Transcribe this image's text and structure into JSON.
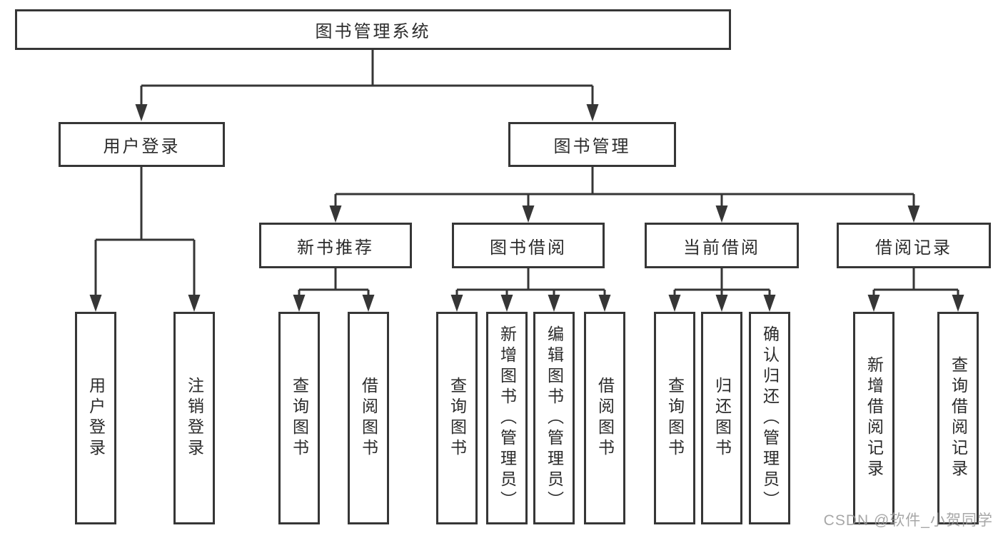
{
  "tree": {
    "root": {
      "label": "图书管理系统",
      "children": [
        {
          "label": "用户登录",
          "children": [
            {
              "label": "用户登录"
            },
            {
              "label": "注销登录"
            }
          ]
        },
        {
          "label": "图书管理",
          "children": [
            {
              "label": "新书推荐",
              "children": [
                {
                  "label": "查询图书"
                },
                {
                  "label": "借阅图书"
                }
              ]
            },
            {
              "label": "图书借阅",
              "children": [
                {
                  "label": "查询图书"
                },
                {
                  "label": "新增图书（管理员）"
                },
                {
                  "label": "编辑图书（管理员）"
                },
                {
                  "label": "借阅图书"
                }
              ]
            },
            {
              "label": "当前借阅",
              "children": [
                {
                  "label": "查询图书"
                },
                {
                  "label": "归还图书"
                },
                {
                  "label": "确认归还（管理员）"
                }
              ]
            },
            {
              "label": "借阅记录",
              "children": [
                {
                  "label": "新增借阅记录"
                },
                {
                  "label": "查询借阅记录"
                }
              ]
            }
          ]
        }
      ]
    }
  },
  "watermark": {
    "text": "CSDN @软件_小贺同学"
  },
  "colors": {
    "line": "#363636",
    "border": "#363636",
    "text": "#2b2b2b",
    "watermark": "#989898",
    "background": "#ffffff"
  }
}
